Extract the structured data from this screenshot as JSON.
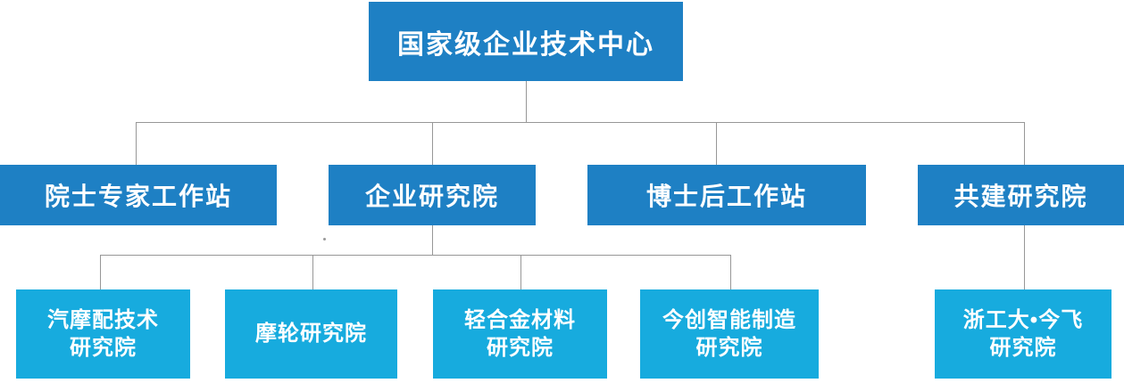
{
  "colors": {
    "node_primary_blue": "#1e80c4",
    "node_secondary_cyan": "#17abde",
    "connector_gray": "#979797",
    "text_white": "#ffffff",
    "background": "#ffffff"
  },
  "org_chart": {
    "root": {
      "label": "国家级企业技术中心"
    },
    "level2": [
      {
        "label": "院士专家工作站"
      },
      {
        "label": "企业研究院"
      },
      {
        "label": "博士后工作站"
      },
      {
        "label": "共建研究院"
      }
    ],
    "level3": [
      {
        "label": "汽摩配技术\n研究院"
      },
      {
        "label": "摩轮研究院"
      },
      {
        "label": "轻合金材料\n研究院"
      },
      {
        "label": "今创智能制造\n研究院"
      },
      {
        "label": "浙工大•今飞\n研究院"
      }
    ]
  }
}
